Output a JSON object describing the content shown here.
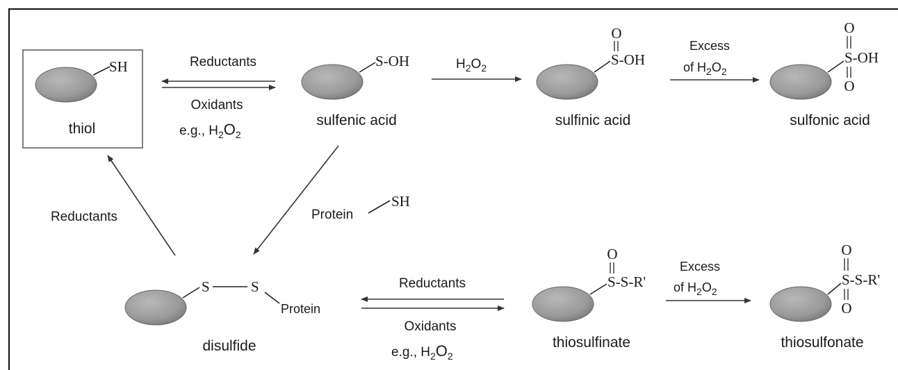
{
  "species": {
    "thiol": {
      "name": "thiol",
      "group": "SH"
    },
    "sulfenic": {
      "name": "sulfenic acid",
      "group": "S-OH"
    },
    "sulfinic": {
      "name": "sulfinic acid",
      "oxygen_top": "O",
      "group": "S-OH"
    },
    "sulfonic": {
      "name": "sulfonic acid",
      "oxygen_top": "O",
      "oxygen_bottom": "O",
      "group": "S-OH"
    },
    "disulfide": {
      "name": "disulfide",
      "s1": "S",
      "s2": "S",
      "tail": "Protein"
    },
    "thiosulfinate": {
      "name": "thiosulfinate",
      "oxygen_top": "O",
      "group": "S-S-R'"
    },
    "thiosulfonate": {
      "name": "thiosulfonate",
      "oxygen_top": "O",
      "oxygen_bottom": "O",
      "group": "S-S-R'"
    }
  },
  "reagents": {
    "reductants": "Reductants",
    "oxidants": "Oxidants",
    "eg_prefix": "e.g., H",
    "h2o2_h": "H",
    "h2o2_o": "O",
    "sub_2": "2",
    "excess": "Excess",
    "of_h": "of H",
    "protein": "Protein",
    "sh": "SH"
  }
}
